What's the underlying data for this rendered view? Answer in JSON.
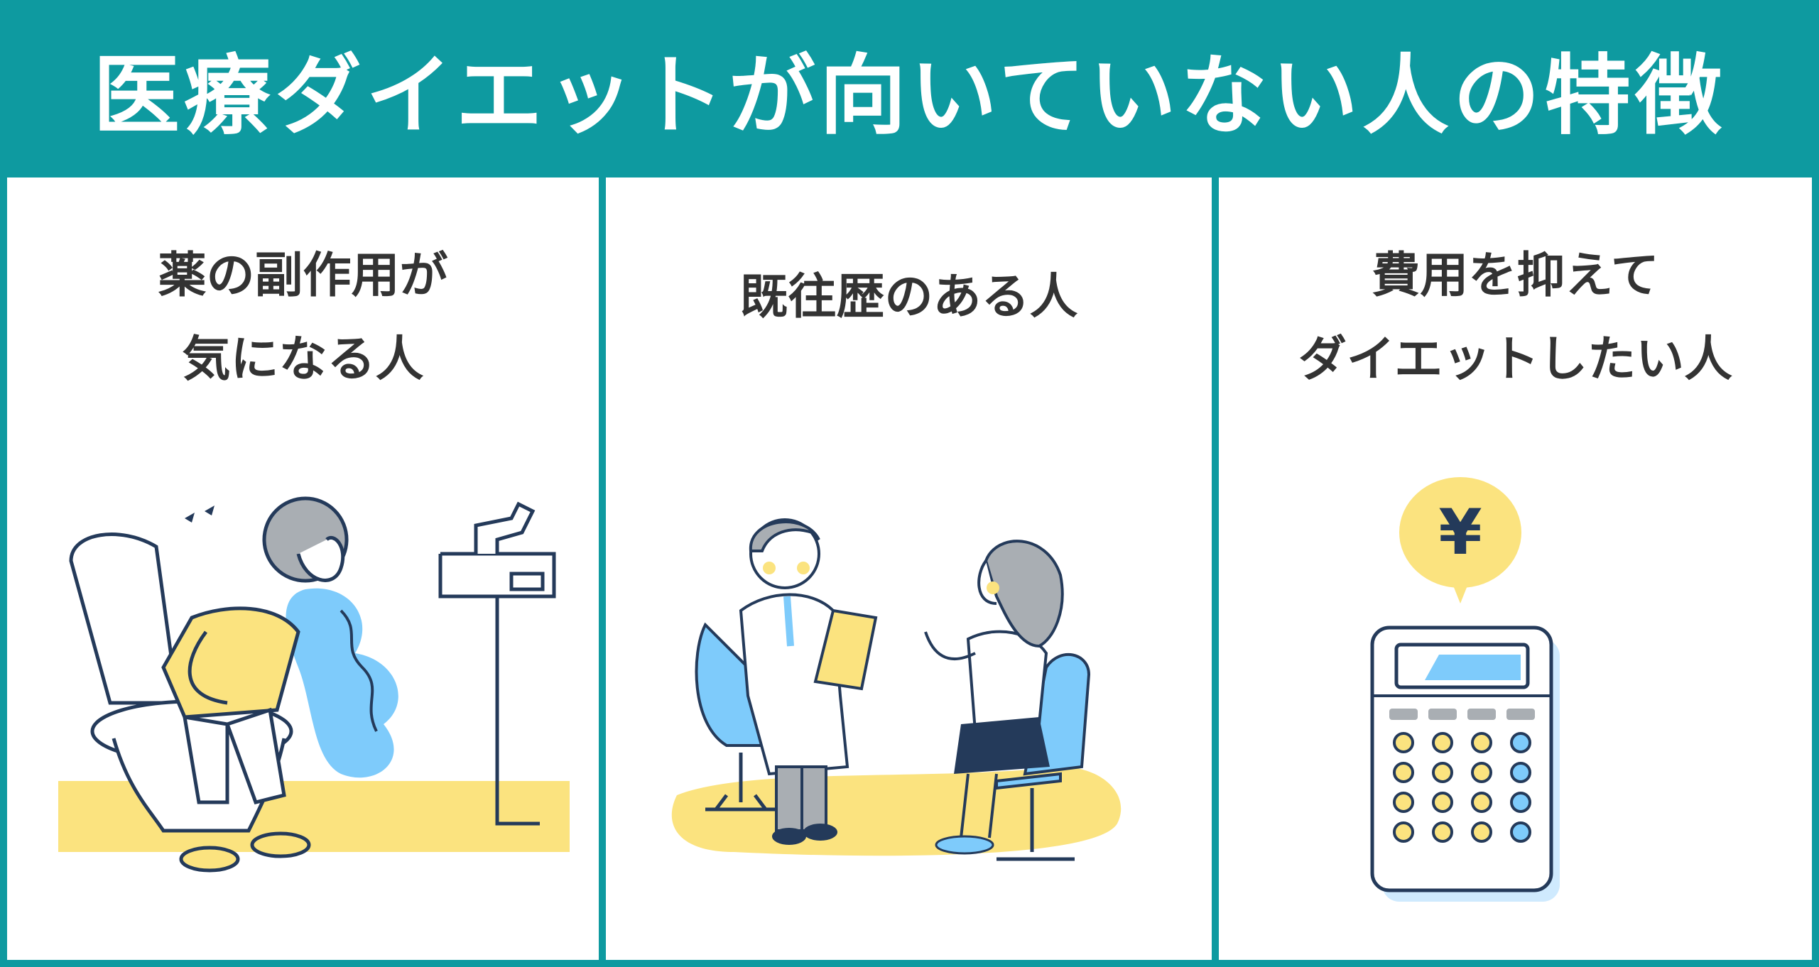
{
  "header": {
    "title": "医療ダイエットが向いていない人の特徴"
  },
  "panels": [
    {
      "title_lines": [
        "薬の副作用が",
        "気になる人"
      ],
      "illustration": "person-toilet-stomachache"
    },
    {
      "title_lines": [
        "既往歴のある人"
      ],
      "illustration": "doctor-consultation"
    },
    {
      "title_lines": [
        "費用を抑えて",
        "ダイエットしたい人"
      ],
      "illustration": "calculator-yen",
      "yen_symbol": "¥"
    }
  ],
  "colors": {
    "teal": "#0e9aa0",
    "yellow": "#fbe37f",
    "blue": "#7ecbfb",
    "navy": "#243a5a",
    "gray": "#a9aeb3",
    "text": "#333333"
  }
}
